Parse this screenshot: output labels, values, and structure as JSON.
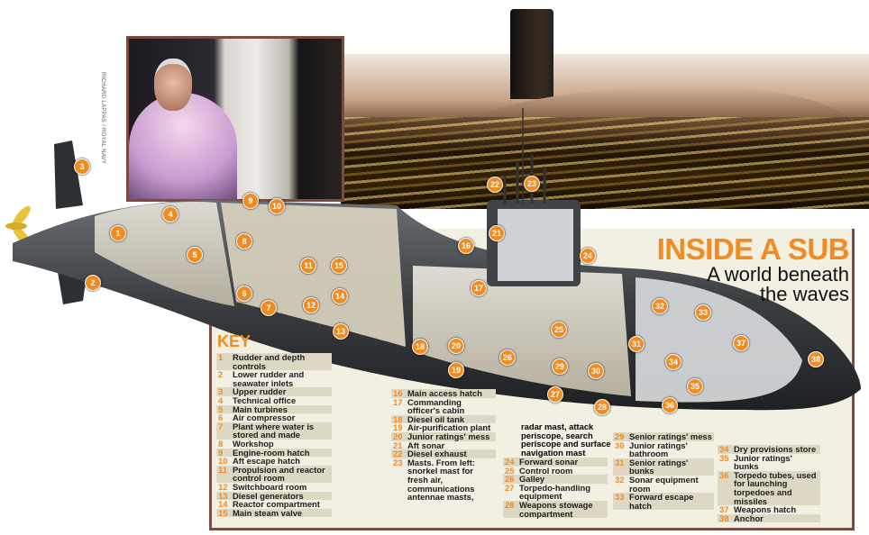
{
  "title": {
    "main": "INSIDE A SUB",
    "sub_line1": "A world beneath",
    "sub_line2": "the waves"
  },
  "credit": "RICHARD LAPPAS / ROYAL NAVY",
  "key_title": "KEY",
  "colors": {
    "accent": "#f08c22",
    "frame": "#7b4b3f",
    "panel": "#f2efe3",
    "row_shade": "#dcd8c4"
  },
  "key": [
    [
      {
        "n": "1",
        "t": "Rudder and depth controls"
      },
      {
        "n": "2",
        "t": "Lower rudder and seawater inlets"
      },
      {
        "n": "3",
        "t": "Upper rudder"
      },
      {
        "n": "4",
        "t": "Technical office"
      },
      {
        "n": "5",
        "t": "Main turbines"
      },
      {
        "n": "6",
        "t": "Air compressor"
      },
      {
        "n": "7",
        "t": "Plant where water is stored and made"
      },
      {
        "n": "8",
        "t": "Workshop"
      },
      {
        "n": "9",
        "t": "Engine-room hatch"
      },
      {
        "n": "10",
        "t": "Aft escape hatch"
      },
      {
        "n": "11",
        "t": "Propulsion and reactor control room"
      },
      {
        "n": "12",
        "t": "Switchboard room"
      },
      {
        "n": "13",
        "t": "Diesel generators"
      },
      {
        "n": "14",
        "t": "Reactor compartment"
      },
      {
        "n": "15",
        "t": "Main steam valve"
      }
    ],
    [
      {
        "n": "16",
        "t": "Main access hatch"
      },
      {
        "n": "17",
        "t": "Commanding officer's cabin"
      },
      {
        "n": "18",
        "t": "Diesel oil tank"
      },
      {
        "n": "19",
        "t": "Air-purification plant"
      },
      {
        "n": "20",
        "t": "Junior ratings' mess"
      },
      {
        "n": "21",
        "t": "Aft sonar"
      },
      {
        "n": "22",
        "t": "Diesel exhaust"
      },
      {
        "n": "23",
        "t": "Masts. From left: snorkel mast for fresh air, communications antennae masts,"
      }
    ],
    [
      {
        "n": "24",
        "t": "Forward sonar"
      },
      {
        "n": "25",
        "t": "Control room"
      },
      {
        "n": "26",
        "t": "Galley"
      },
      {
        "n": "27",
        "t": "Torpedo-handling equipment"
      },
      {
        "n": "28",
        "t": "Weapons stowage compartment"
      }
    ],
    [
      {
        "n": "29",
        "t": "Senior ratings' mess"
      },
      {
        "n": "30",
        "t": "Junior ratings' bathroom"
      },
      {
        "n": "31",
        "t": "Senior ratings' bunks"
      },
      {
        "n": "32",
        "t": "Sonar equipment room"
      },
      {
        "n": "33",
        "t": "Forward escape hatch"
      }
    ],
    [
      {
        "n": "34",
        "t": "Dry provisions store"
      },
      {
        "n": "35",
        "t": "Junior ratings' bunks"
      },
      {
        "n": "36",
        "t": "Torpedo tubes, used for launching torpedoes and missiles"
      },
      {
        "n": "37",
        "t": "Weapons hatch"
      },
      {
        "n": "38",
        "t": "Anchor"
      }
    ]
  ],
  "item23_continued": "radar mast, attack periscope, search periscope and surface navigation mast"
}
